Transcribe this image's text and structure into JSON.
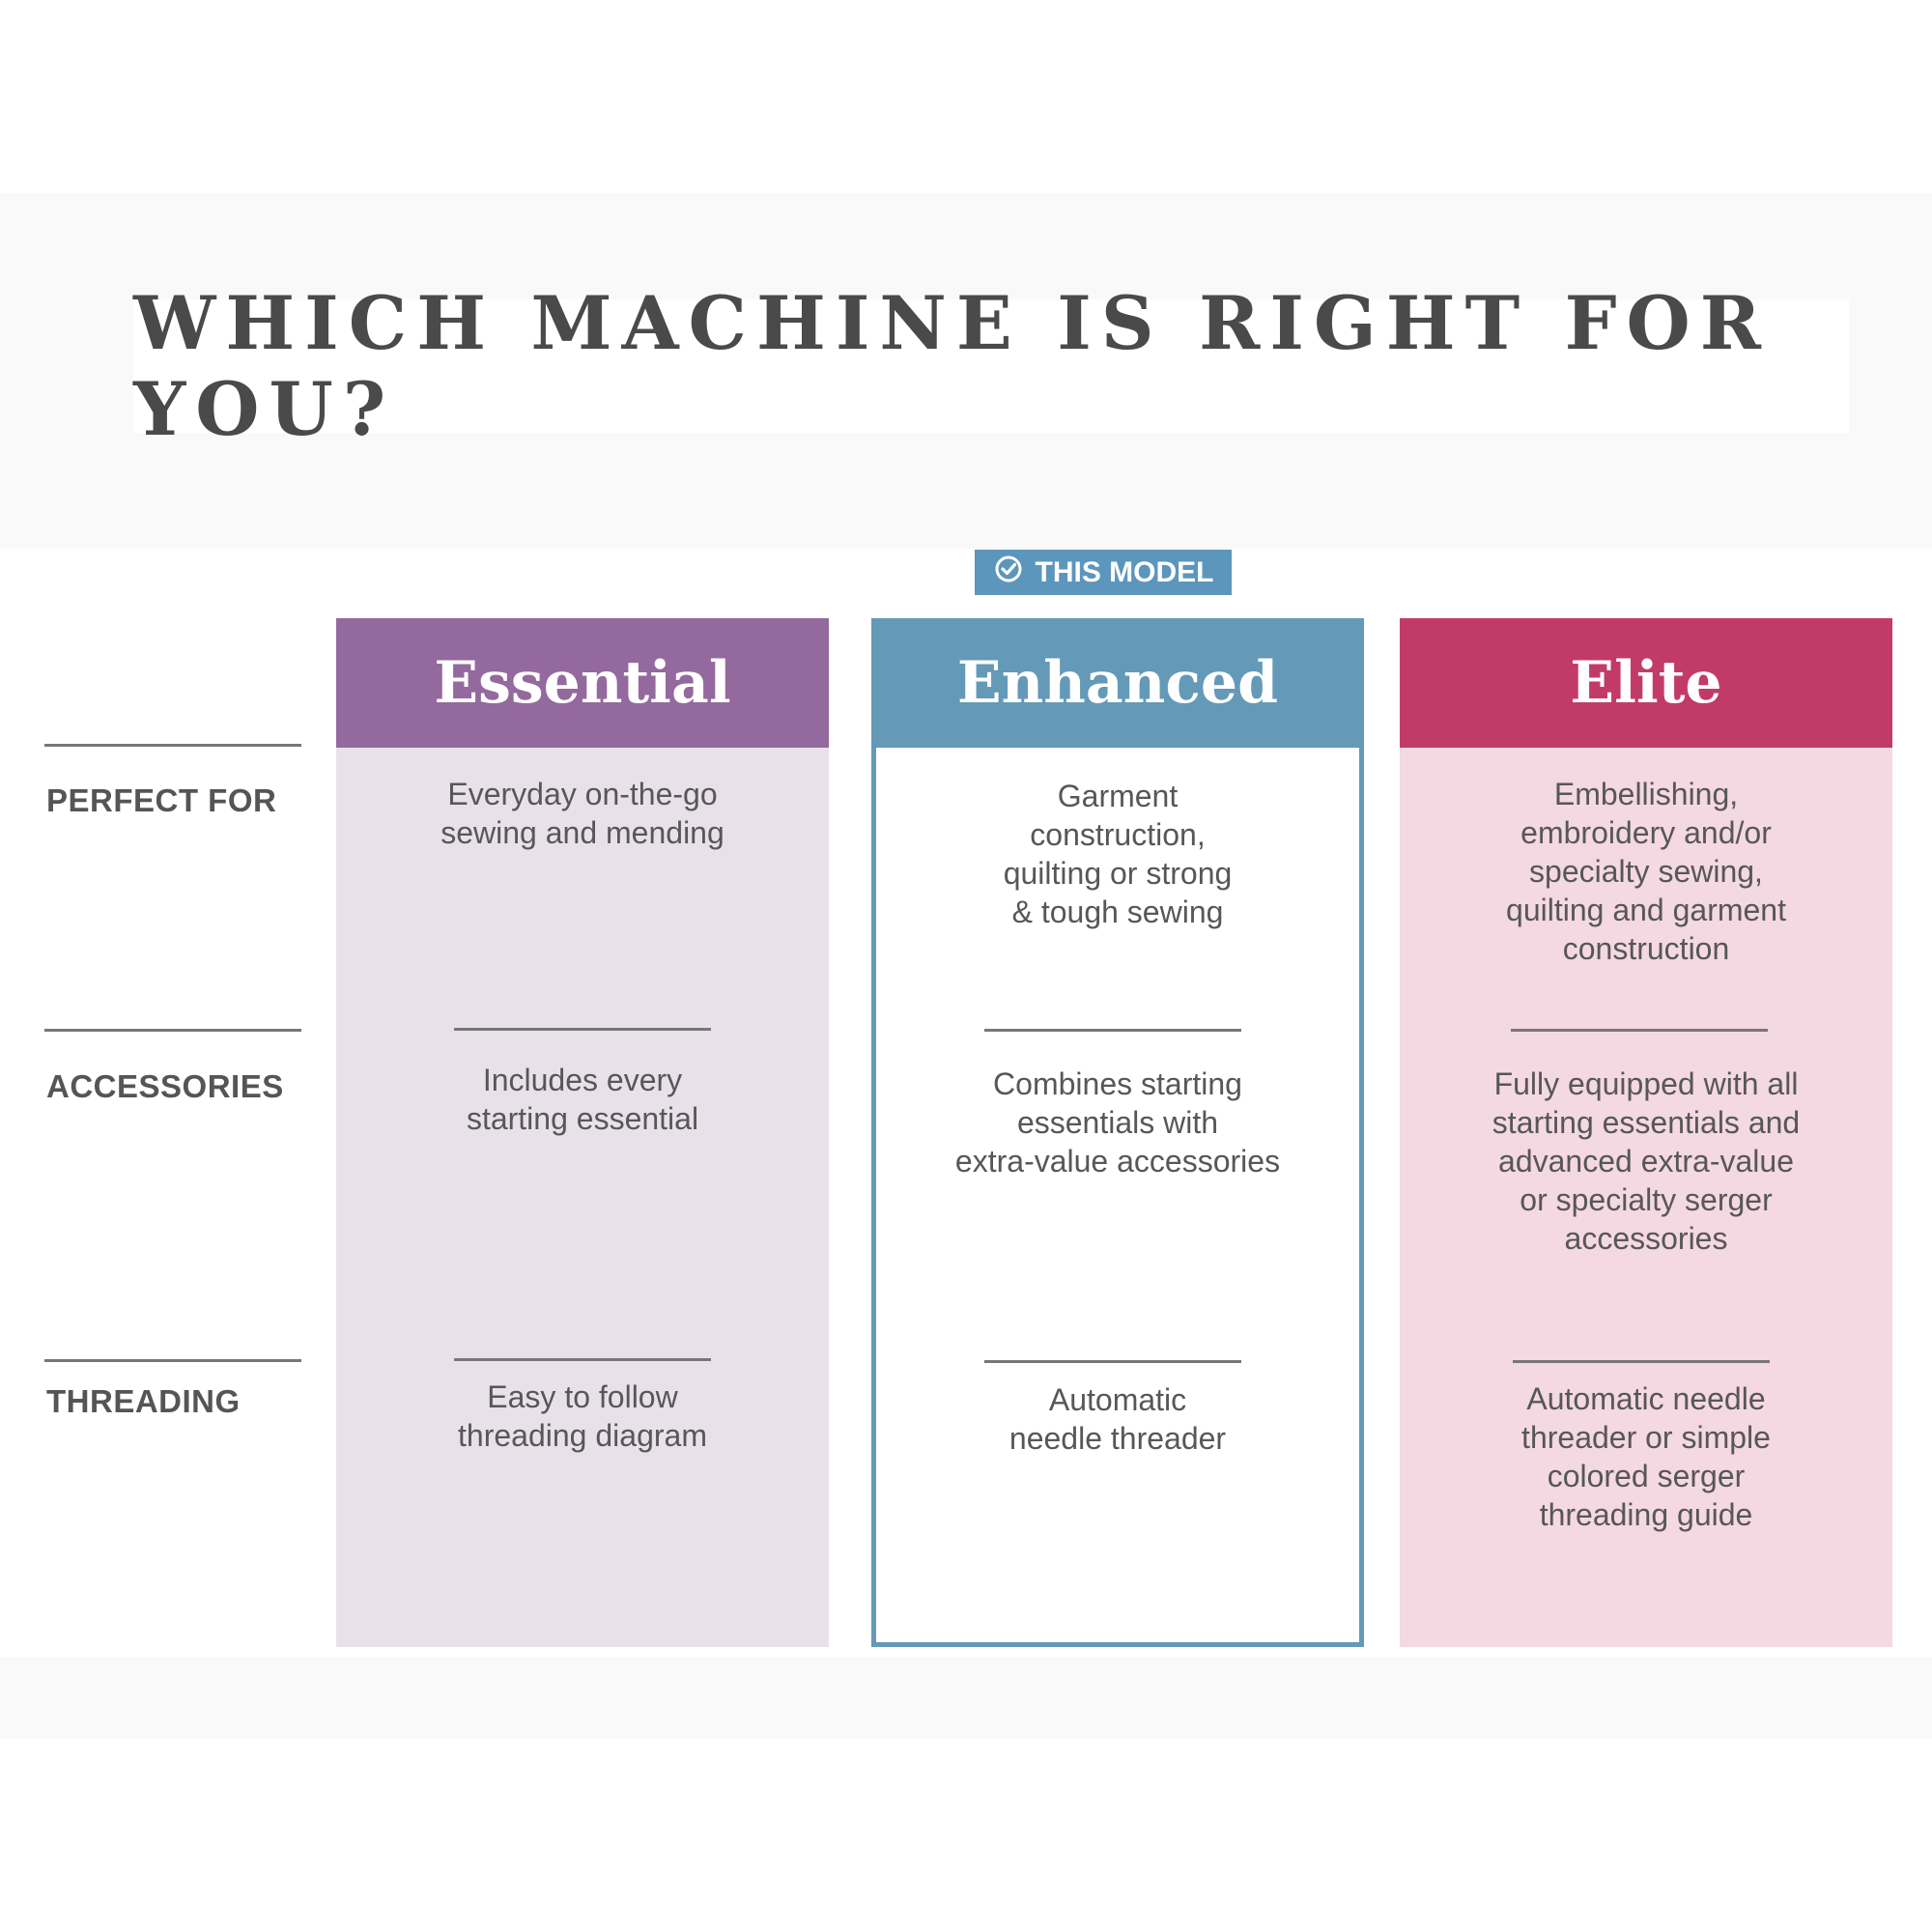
{
  "title": "WHICH MACHINE IS RIGHT FOR YOU?",
  "badge": {
    "label": "THIS MODEL",
    "icon": "check-circle-icon"
  },
  "rows": {
    "perfect_for": "PERFECT FOR",
    "accessories": "ACCESSORIES",
    "threading": "THREADING"
  },
  "columns": {
    "essential": {
      "name": "Essential",
      "color": "#94699d",
      "perfect_for": "Everyday on-the-go\nsewing and mending",
      "accessories": "Includes every\nstarting essential",
      "threading": "Easy to follow\nthreading diagram"
    },
    "enhanced": {
      "name": "Enhanced",
      "color": "#6499b7",
      "perfect_for": "Garment\nconstruction,\nquilting or strong\n& tough sewing",
      "accessories": "Combines starting\nessentials with\nextra-value accessories",
      "threading": "Automatic\nneedle threader"
    },
    "elite": {
      "name": "Elite",
      "color": "#c23b68",
      "perfect_for": "Embellishing,\nembroidery and/or\nspecialty sewing,\nquilting and garment\nconstruction",
      "accessories": "Fully equipped with all\nstarting essentials and\nadvanced extra-value\nor specialty serger\naccessories",
      "threading": "Automatic needle\nthreader or simple\ncolored serger\nthreading guide"
    }
  }
}
